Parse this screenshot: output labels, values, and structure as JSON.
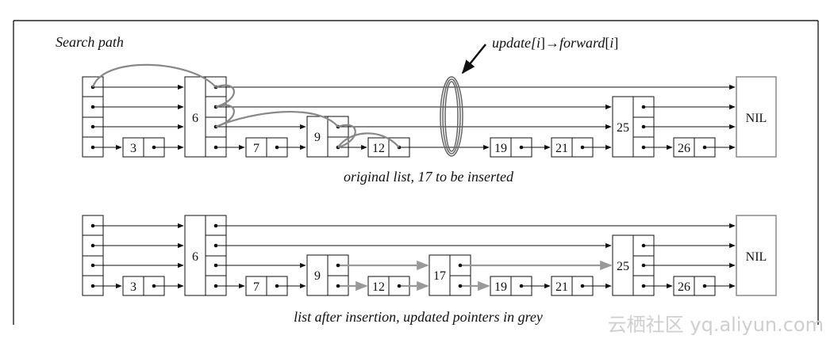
{
  "top_diagram": {
    "search_path_label": "Search path",
    "update_label": {
      "part1": "update[",
      "i1": "i",
      "part2": "]→",
      "part3": "forward",
      "part4": "[",
      "i2": "i",
      "part5": "]"
    },
    "caption": "original list, 17 to be inserted",
    "nodes": [
      "6",
      "3",
      "7",
      "9",
      "12",
      "19",
      "21",
      "25",
      "26"
    ],
    "nil": "NIL"
  },
  "bottom_diagram": {
    "caption": "list after insertion, updated pointers in grey",
    "nodes": [
      "6",
      "3",
      "7",
      "9",
      "12",
      "17",
      "19",
      "21",
      "25",
      "26"
    ],
    "nil": "NIL"
  },
  "watermark": "云栖社区 yq.aliyun.com",
  "colors": {
    "line": "#111111",
    "grey": "#999999",
    "nil_border": "#888888"
  }
}
